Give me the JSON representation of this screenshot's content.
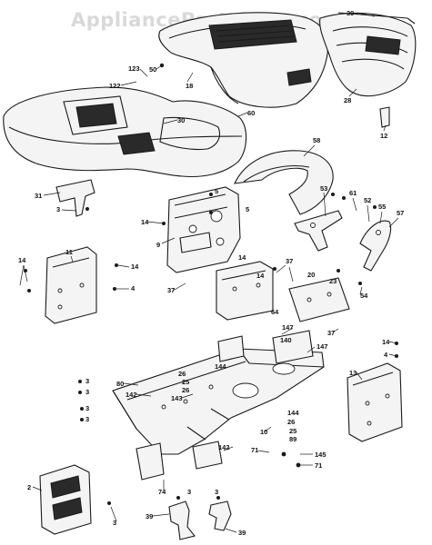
{
  "watermark": "AppliancePartsPros.com",
  "callouts": [
    {
      "id": "c39-top",
      "label": "39"
    },
    {
      "id": "c123",
      "label": "123"
    },
    {
      "id": "c122",
      "label": "122"
    },
    {
      "id": "c50",
      "label": "50"
    },
    {
      "id": "c18",
      "label": "18"
    },
    {
      "id": "c28",
      "label": "28"
    },
    {
      "id": "c30",
      "label": "30"
    },
    {
      "id": "c60",
      "label": "60"
    },
    {
      "id": "c12",
      "label": "12"
    },
    {
      "id": "c31",
      "label": "31"
    },
    {
      "id": "c3a",
      "label": "3"
    },
    {
      "id": "c58",
      "label": "58"
    },
    {
      "id": "c5a",
      "label": "5"
    },
    {
      "id": "c5b",
      "label": "5"
    },
    {
      "id": "c14a",
      "label": "14"
    },
    {
      "id": "c9",
      "label": "9"
    },
    {
      "id": "c53",
      "label": "53"
    },
    {
      "id": "c61",
      "label": "61"
    },
    {
      "id": "c52",
      "label": "52"
    },
    {
      "id": "c55",
      "label": "55"
    },
    {
      "id": "c57",
      "label": "57"
    },
    {
      "id": "c11",
      "label": "11"
    },
    {
      "id": "c14b",
      "label": "14"
    },
    {
      "id": "c14c",
      "label": "14"
    },
    {
      "id": "c14d",
      "label": "14"
    },
    {
      "id": "c4a",
      "label": "4"
    },
    {
      "id": "c37a",
      "label": "37"
    },
    {
      "id": "c37b",
      "label": "37"
    },
    {
      "id": "c14e",
      "label": "14"
    },
    {
      "id": "c20",
      "label": "20"
    },
    {
      "id": "c23",
      "label": "23"
    },
    {
      "id": "c54",
      "label": "54"
    },
    {
      "id": "c64",
      "label": "64"
    },
    {
      "id": "c147a",
      "label": "147"
    },
    {
      "id": "c140",
      "label": "140"
    },
    {
      "id": "c147b",
      "label": "147"
    },
    {
      "id": "c37c",
      "label": "37"
    },
    {
      "id": "c14f",
      "label": "14"
    },
    {
      "id": "c4b",
      "label": "4"
    },
    {
      "id": "c13",
      "label": "13"
    },
    {
      "id": "c144a",
      "label": "144"
    },
    {
      "id": "c26a",
      "label": "26"
    },
    {
      "id": "c25a",
      "label": "25"
    },
    {
      "id": "c26b",
      "label": "26"
    },
    {
      "id": "c80",
      "label": "80"
    },
    {
      "id": "c3b",
      "label": "3"
    },
    {
      "id": "c3c",
      "label": "3"
    },
    {
      "id": "c142a",
      "label": "142"
    },
    {
      "id": "c143",
      "label": "143"
    },
    {
      "id": "c3d",
      "label": "3"
    },
    {
      "id": "c3e",
      "label": "3"
    },
    {
      "id": "c144b",
      "label": "144"
    },
    {
      "id": "c26c",
      "label": "26"
    },
    {
      "id": "c10",
      "label": "10"
    },
    {
      "id": "c25b",
      "label": "25"
    },
    {
      "id": "c89",
      "label": "89"
    },
    {
      "id": "c71a",
      "label": "71"
    },
    {
      "id": "c145",
      "label": "145"
    },
    {
      "id": "c71b",
      "label": "71"
    },
    {
      "id": "c142b",
      "label": "142"
    },
    {
      "id": "c74",
      "label": "74"
    },
    {
      "id": "c2",
      "label": "2"
    },
    {
      "id": "c3f",
      "label": "3"
    },
    {
      "id": "c3g",
      "label": "3"
    },
    {
      "id": "c39a",
      "label": "39"
    },
    {
      "id": "c3h",
      "label": "3"
    },
    {
      "id": "c39b",
      "label": "39"
    }
  ]
}
